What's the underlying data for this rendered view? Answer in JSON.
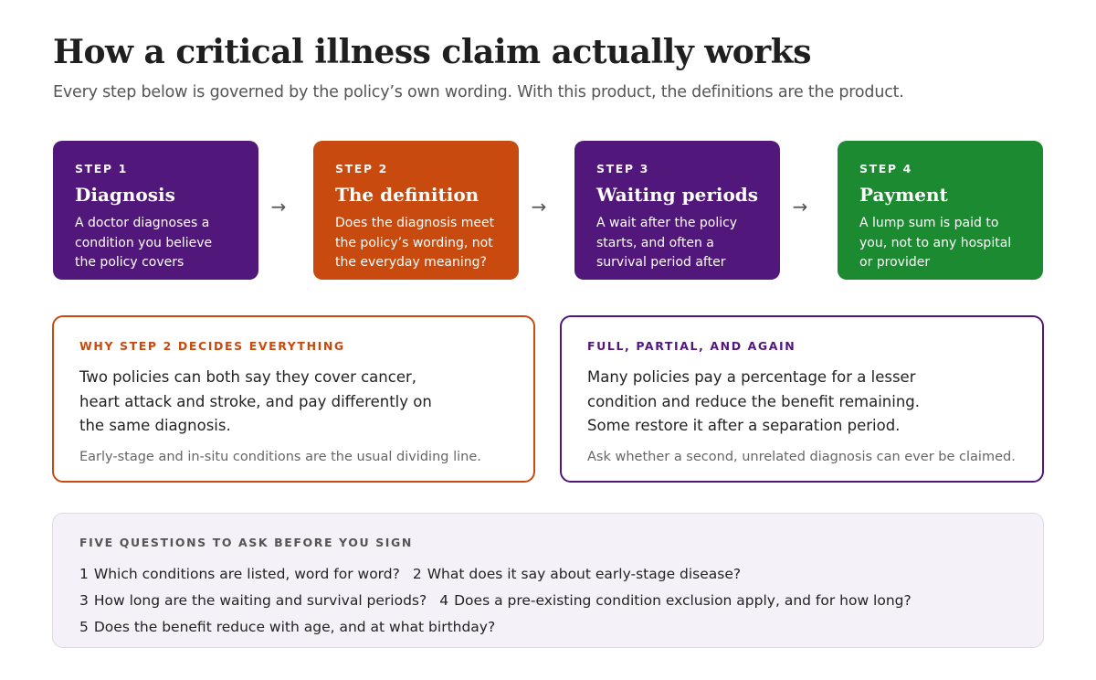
{
  "title": "How a critical illness claim actually works",
  "subtitle": "Every step below is governed by the policy’s own wording. With this product, the definitions are the product.",
  "steps": [
    {
      "number": "STEP 1",
      "title": "Diagnosis",
      "description": "A doctor diagnoses a condition you believe the policy covers",
      "color": "#52177a"
    },
    {
      "number": "STEP 2",
      "title": "The definition",
      "description": "Does the diagnosis meet the policy’s wording, not the everyday meaning?",
      "color": "#c84a0e"
    },
    {
      "number": "STEP 3",
      "title": "Waiting periods",
      "description": "A wait after the policy starts, and often a survival period after",
      "color": "#52177a"
    },
    {
      "number": "STEP 4",
      "title": "Payment",
      "description": "A lump sum is paid to you, not to any hospital or provider",
      "color": "#1b8a30"
    }
  ],
  "arrow_icon": "arrow-right-icon",
  "cards": [
    {
      "kicker": "WHY STEP 2 DECIDES EVERYTHING",
      "lines": [
        "Two policies can both say they cover cancer,",
        "heart attack and stroke, and pay differently on",
        "the same diagnosis."
      ],
      "note": "Early-stage and in-situ conditions are the usual dividing line.",
      "color": "#c84a0e"
    },
    {
      "kicker": "FULL, PARTIAL, AND AGAIN",
      "lines": [
        "Many policies pay a percentage for a lesser",
        "condition and reduce the benefit remaining.",
        "Some restore it after a separation period."
      ],
      "note": "Ask whether a second, unrelated diagnosis can ever be claimed.",
      "color": "#52177a"
    }
  ],
  "questions": {
    "kicker": "FIVE QUESTIONS TO ASK BEFORE YOU SIGN",
    "items": [
      {
        "num": "1",
        "text": "Which conditions are listed, word for word?"
      },
      {
        "num": "2",
        "text": "What does it say about early-stage disease?"
      },
      {
        "num": "3",
        "text": "How long are the waiting and survival periods?"
      },
      {
        "num": "4",
        "text": "Does a pre-existing condition exclusion apply, and for how long?"
      },
      {
        "num": "5",
        "text": "Does the benefit reduce with age, and at what birthday?"
      }
    ]
  }
}
